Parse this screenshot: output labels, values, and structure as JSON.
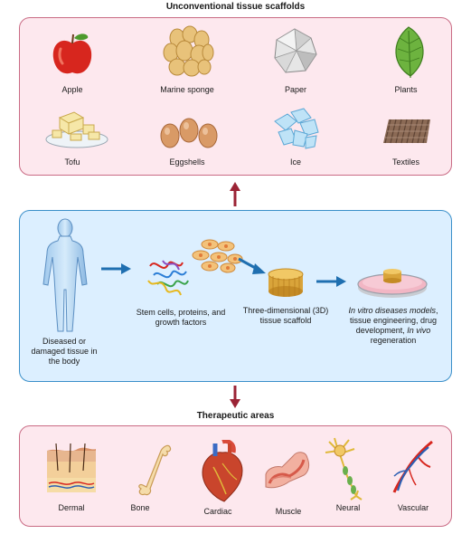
{
  "top_section": {
    "title": "Unconventional tissue scaffolds",
    "items": [
      {
        "label": "Apple",
        "icon": "apple-icon"
      },
      {
        "label": "Marine sponge",
        "icon": "marine-sponge-icon"
      },
      {
        "label": "Paper",
        "icon": "paper-icon"
      },
      {
        "label": "Plants",
        "icon": "leaf-icon"
      },
      {
        "label": "Tofu",
        "icon": "tofu-icon"
      },
      {
        "label": "Eggshells",
        "icon": "eggshells-icon"
      },
      {
        "label": "Ice",
        "icon": "ice-icon"
      },
      {
        "label": "Textiles",
        "icon": "textiles-icon"
      }
    ]
  },
  "middle_section": {
    "steps": [
      {
        "label": "Diseased or damaged tissue in the body",
        "icon": "human-body-icon"
      },
      {
        "label": "Stem cells, proteins, and growth factors",
        "icon": "stem-cells-icon"
      },
      {
        "label": "Three-dimensional (3D) tissue scaffold",
        "icon": "scaffold-icon"
      },
      {
        "label_parts": [
          "In vitro diseases models",
          ", tissue engineering, drug development, ",
          "In vivo",
          " regeneration"
        ],
        "icon": "petri-dish-icon"
      }
    ]
  },
  "bottom_section": {
    "title": "Therapeutic areas",
    "items": [
      {
        "label": "Dermal",
        "icon": "skin-icon"
      },
      {
        "label": "Bone",
        "icon": "bone-icon"
      },
      {
        "label": "Cardiac",
        "icon": "heart-icon"
      },
      {
        "label": "Muscle",
        "icon": "muscle-icon"
      },
      {
        "label": "Neural",
        "icon": "neuron-icon"
      },
      {
        "label": "Vascular",
        "icon": "vessel-icon"
      }
    ]
  },
  "colors": {
    "pink_panel": "#fde8ee",
    "pink_border": "#c96b84",
    "blue_panel": "#dcefff",
    "blue_border": "#3a8fc9",
    "flow_arrow": "#1f6fb0",
    "vertical_arrow": "#9b2335"
  }
}
